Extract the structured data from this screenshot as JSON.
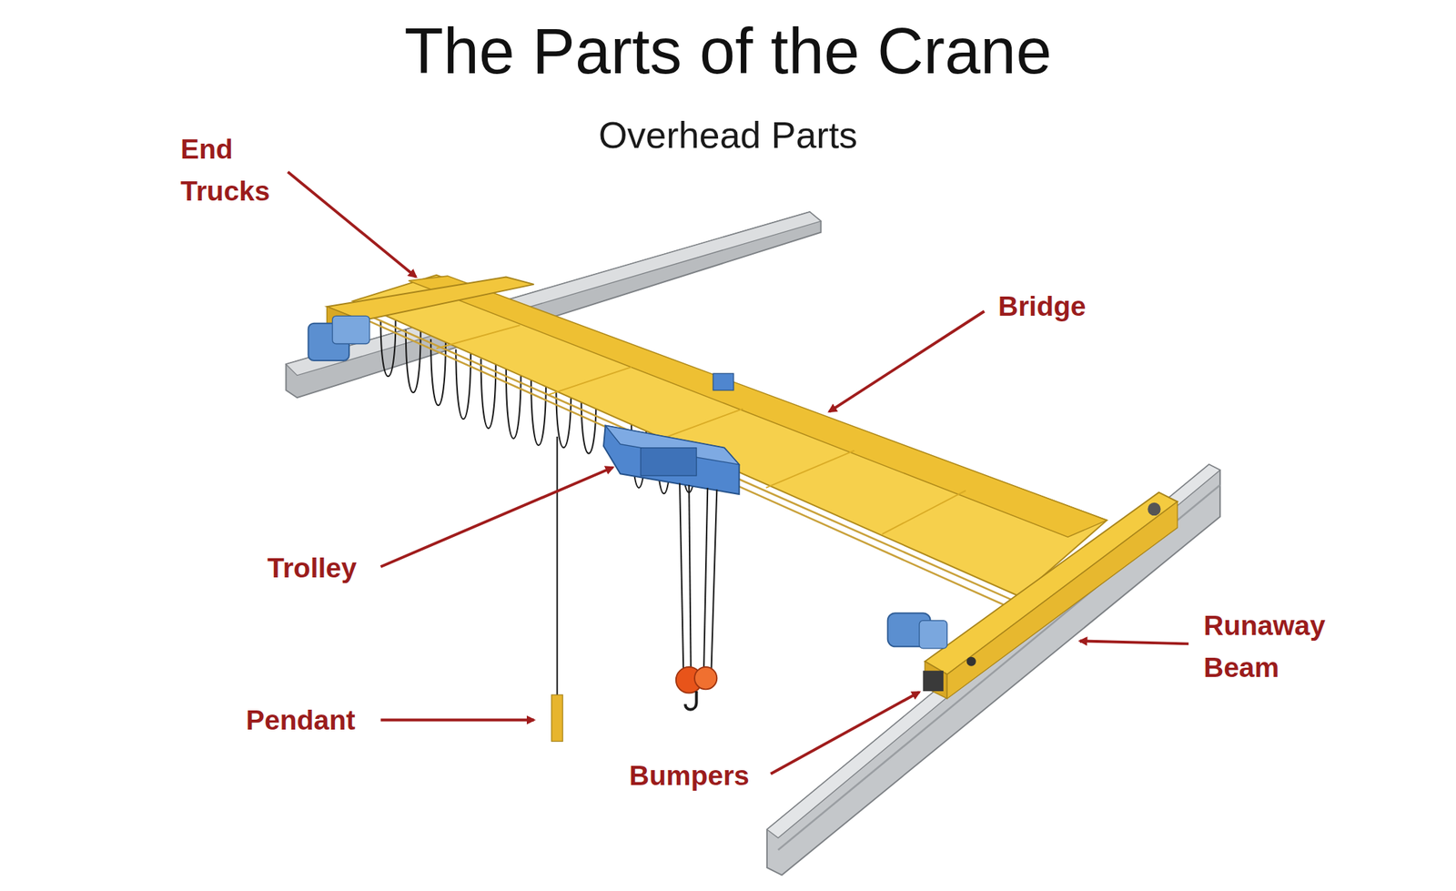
{
  "diagram": {
    "title": "The Parts of the Crane",
    "labels": [
      "Overhead Parts",
      "End Trucks",
      "Bridge",
      "Trolley",
      "Runaway Beam",
      "Pendant",
      "Bumpers"
    ]
  }
}
